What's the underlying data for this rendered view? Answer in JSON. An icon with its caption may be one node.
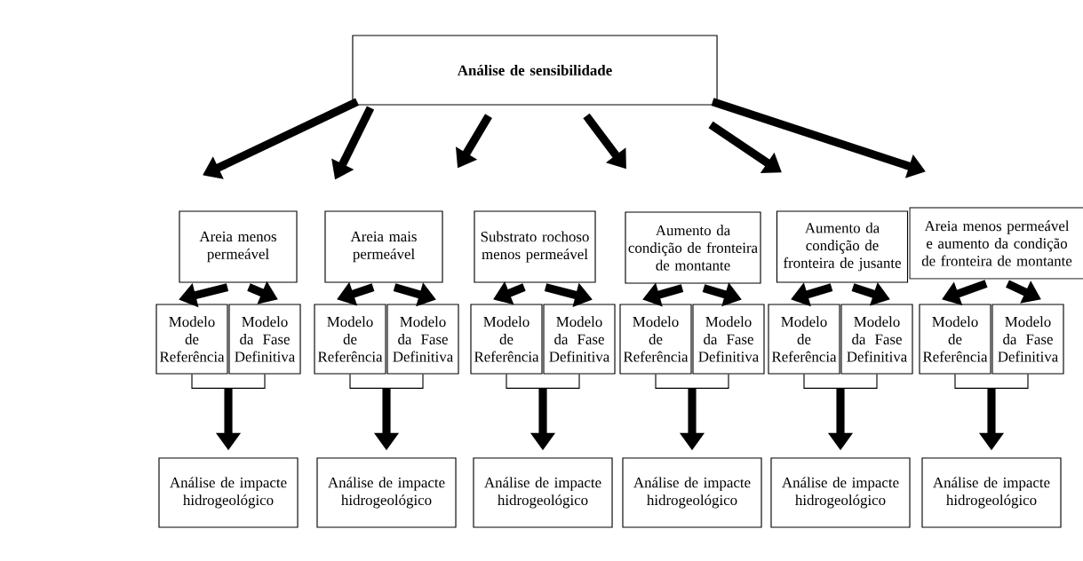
{
  "diagram": {
    "nodes": [
      {
        "text": [
          "Análise de sensibilidade"
        ]
      },
      {
        "text": [
          "Areia menos permeável"
        ]
      },
      {
        "text": [
          "Areia mais permeável"
        ]
      },
      {
        "text": [
          "Substrato rochoso menos permeável"
        ]
      },
      {
        "text": [
          "Aumento da condição de fronteira de montante"
        ]
      },
      {
        "text": [
          "Aumento da condição de fronteira de jusante"
        ]
      },
      {
        "text": [
          "Areia menos permeável e aumento da condição de fronteira de montante"
        ]
      },
      {
        "text": [
          "Modelo de Referência"
        ]
      },
      {
        "text": [
          "Modelo da Fase Definitiva"
        ]
      },
      {
        "text": [
          "Modelo de Referência"
        ]
      },
      {
        "text": [
          "Modelo da Fase Definitiva"
        ]
      },
      {
        "text": [
          "Modelo de Referência"
        ]
      },
      {
        "text": [
          "Modelo da Fase Definitiva"
        ]
      },
      {
        "text": [
          "Modelo de Referência"
        ]
      },
      {
        "text": [
          "Modelo da Fase Definitiva"
        ]
      },
      {
        "text": [
          "Modelo de Referência"
        ]
      },
      {
        "text": [
          "Modelo da Fase Definitiva"
        ]
      },
      {
        "text": [
          "Modelo de Referência"
        ]
      },
      {
        "text": [
          "Modelo da Fase Definitiva"
        ]
      },
      {
        "text": [
          "Análise de impacte hidrogeológico"
        ]
      },
      {
        "text": [
          "Análise de impacte hidrogeológico"
        ]
      },
      {
        "text": [
          "Análise de impacte hidrogeológico"
        ]
      },
      {
        "text": [
          "Análise de impacte hidrogeológico"
        ]
      },
      {
        "text": [
          "Análise de impacte hidrogeológico"
        ]
      },
      {
        "text": [
          "Análise de impacte hidrogeológico"
        ]
      }
    ],
    "edges": [
      {
        "from": 0,
        "to": 1,
        "arrow": "to"
      },
      {
        "from": 0,
        "to": 2,
        "arrow": "to"
      },
      {
        "from": 0,
        "to": 3,
        "arrow": "to"
      },
      {
        "from": 0,
        "to": 4,
        "arrow": "to"
      },
      {
        "from": 0,
        "to": 5,
        "arrow": "to"
      },
      {
        "from": 0,
        "to": 6,
        "arrow": "to"
      },
      {
        "from": 1,
        "to": 7,
        "arrow": "to"
      },
      {
        "from": 1,
        "to": 8,
        "arrow": "to"
      },
      {
        "from": 2,
        "to": 9,
        "arrow": "to"
      },
      {
        "from": 2,
        "to": 10,
        "arrow": "to"
      },
      {
        "from": 3,
        "to": 11,
        "arrow": "to"
      },
      {
        "from": 3,
        "to": 12,
        "arrow": "to"
      },
      {
        "from": 4,
        "to": 13,
        "arrow": "to"
      },
      {
        "from": 4,
        "to": 14,
        "arrow": "to"
      },
      {
        "from": 5,
        "to": 15,
        "arrow": "to"
      },
      {
        "from": 5,
        "to": 16,
        "arrow": "to"
      },
      {
        "from": 6,
        "to": 17,
        "arrow": "to"
      },
      {
        "from": 6,
        "to": 18,
        "arrow": "to"
      },
      {
        "from": 7,
        "to": 19,
        "arrow": "to"
      },
      {
        "from": 8,
        "to": 19,
        "arrow": "to"
      },
      {
        "from": 9,
        "to": 20,
        "arrow": "to"
      },
      {
        "from": 10,
        "to": 20,
        "arrow": "to"
      },
      {
        "from": 11,
        "to": 21,
        "arrow": "to"
      },
      {
        "from": 12,
        "to": 21,
        "arrow": "to"
      },
      {
        "from": 13,
        "to": 22,
        "arrow": "to"
      },
      {
        "from": 14,
        "to": 22,
        "arrow": "to"
      },
      {
        "from": 15,
        "to": 23,
        "arrow": "to"
      },
      {
        "from": 16,
        "to": 23,
        "arrow": "to"
      },
      {
        "from": 17,
        "to": 24,
        "arrow": "to"
      },
      {
        "from": 18,
        "to": 24,
        "arrow": "to"
      }
    ]
  }
}
